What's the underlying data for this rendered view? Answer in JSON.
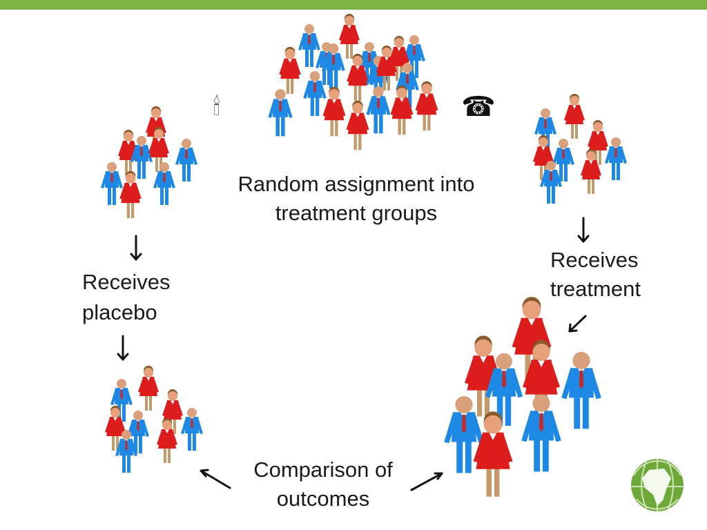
{
  "colors": {
    "top_bar": "#7cb342",
    "female": "#dd1c1c",
    "male": "#1e88e5",
    "tie": "#c62828",
    "arrow": "#111111"
  },
  "labels": {
    "random_assignment": "Random assignment into\ntreatment groups",
    "receives_placebo": "Receives\nplacebo",
    "receives_treatment": "Receives\ntreatment",
    "comparison": "Comparison of\noutcomes"
  },
  "icons": {
    "candle": "🕯",
    "telephone": "☎",
    "logo": "globe-africa-logo"
  },
  "groups": [
    "population-crowd",
    "placebo-group-top",
    "treatment-group-top",
    "placebo-group-bottom",
    "treatment-group-large"
  ]
}
